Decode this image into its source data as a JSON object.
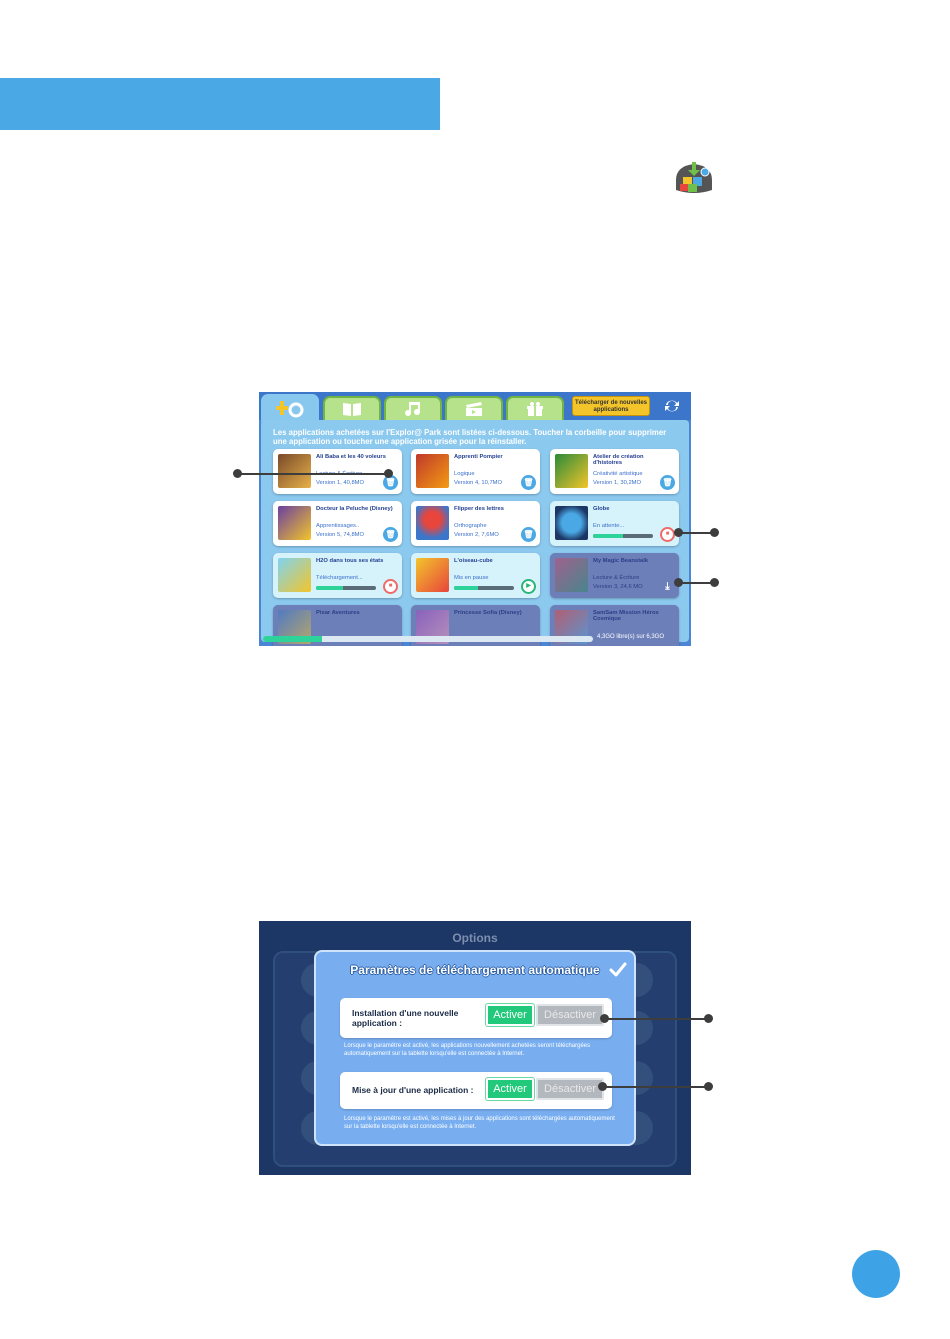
{
  "colors": {
    "accent": "#4aa8e4",
    "green": "#22c97a",
    "panel": "#8cc9ef"
  },
  "icons": {
    "header": "app-manager-icon",
    "sync": "sync-icon",
    "confirm": "checkmark-icon"
  },
  "app_manager": {
    "download_button": "Télécharger de nouvelles applications",
    "intro": "Les applications achetées sur l'Explor@ Park sont listées ci-dessous. Toucher la corbeille pour supprimer une application ou toucher une application grisée pour la réinstaller.",
    "apps": [
      {
        "title": "Ali Baba et les 40 voleurs",
        "category": "Lecture & Écriture",
        "version": "Version 1, 40,8MO",
        "action": "trash"
      },
      {
        "title": "Apprenti Pompier",
        "category": "Logique",
        "version": "Version 4, 10,7MO",
        "action": "trash"
      },
      {
        "title": "Atelier de création d'histoires",
        "category": "Créativité artistique",
        "version": "Version 1, 30,2MO",
        "action": "trash"
      },
      {
        "title": "Docteur la Peluche (Disney)",
        "category": "Apprentissages..",
        "version": "Version 5, 74,8MO",
        "action": "trash"
      },
      {
        "title": "Flipper des lettres",
        "category": "Orthographe",
        "version": "Version 2, 7,6MO",
        "action": "trash"
      },
      {
        "title": "Globe",
        "status": "En attente...",
        "progress": 0.5,
        "action": "stop"
      },
      {
        "title": "H2O dans tous ses états",
        "status": "Téléchargement...",
        "progress": 0.45,
        "action": "stop"
      },
      {
        "title": "L'oiseau-cube",
        "status": "Mis en pause",
        "progress": 0.4,
        "action": "play"
      },
      {
        "title": "My Magic Beanstalk",
        "category": "Lecture & Écriture",
        "version": "Version 3, 24,6 MO",
        "action": "download"
      },
      {
        "title": "Pixar Aventures"
      },
      {
        "title": "Princesse Sofia (Disney)"
      },
      {
        "title": "SamSam Mission Héros Cosmique"
      }
    ],
    "storage": {
      "text": "4,3GO libre(s) sur 6,3GO",
      "used_fraction": 0.18
    }
  },
  "options": {
    "title": "Options",
    "dialog_title": "Paramètres de téléchargement automatique",
    "rows": [
      {
        "label": "Installation d'une nouvelle application :",
        "on": "Activer",
        "off": "Désactiver",
        "desc": "Lorsque le paramètre est activé, les applications nouvellement achetées seront téléchargées automatiquement sur la tablette lorsqu'elle est connectée à Internet."
      },
      {
        "label": "Mise à jour d'une application :",
        "on": "Activer",
        "off": "Désactiver",
        "desc": "Lorsque le paramètre est activé, les mises à jour des applications sont téléchargées automatiquement sur la tablette lorsqu'elle est connectée à Internet."
      }
    ]
  }
}
